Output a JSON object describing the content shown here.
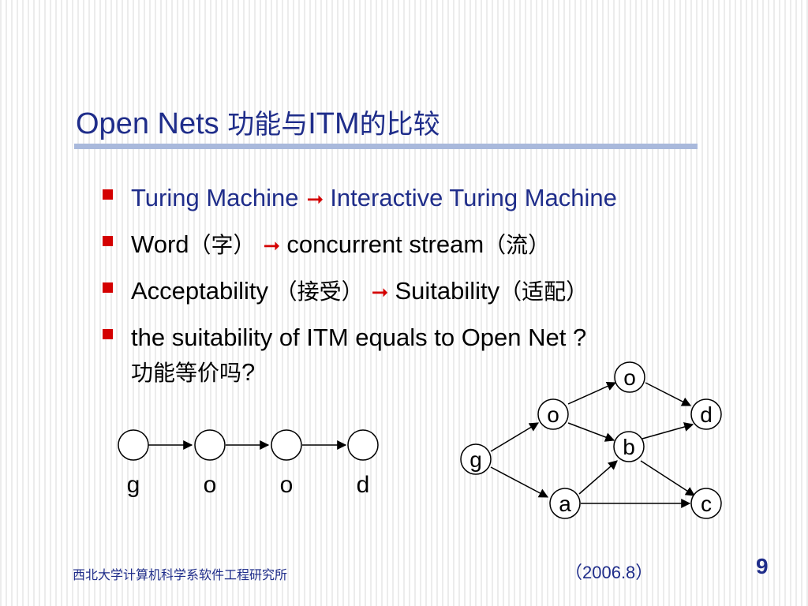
{
  "slide": {
    "title_latin": "Open Nets ",
    "title_cjk1": "功能与",
    "title_latin2": "ITM",
    "title_cjk2": "的比较"
  },
  "bullets": [
    {
      "a": "Turing Machine",
      "arrow": "➞",
      "b": "Interactive Turing Machine"
    },
    {
      "a": "Word",
      "a_cjk": "（字）",
      "arrow": "➞",
      "b": "concurrent stream",
      "b_cjk": "（流）"
    },
    {
      "a": "Acceptability ",
      "a_cjk": "（接受）",
      "arrow": "➞",
      "b": "Suitability",
      "b_cjk": "（适配）"
    },
    {
      "line1": "the suitability of ITM equals to Open Net ?",
      "line2_cjk": "功能等价吗",
      "line2_end": "?"
    }
  ],
  "chain": {
    "labels": [
      "g",
      "o",
      "o",
      "d"
    ]
  },
  "net": {
    "nodes": [
      {
        "id": "o1",
        "label": "o"
      },
      {
        "id": "o2",
        "label": "o"
      },
      {
        "id": "d",
        "label": "d"
      },
      {
        "id": "b",
        "label": "b"
      },
      {
        "id": "g",
        "label": "g"
      },
      {
        "id": "a",
        "label": "a"
      },
      {
        "id": "c",
        "label": "c"
      }
    ]
  },
  "footer": {
    "org": "西北大学计算机科学系软件工程研究所",
    "date": "（2006.8）",
    "page": "9"
  },
  "colors": {
    "title": "#1f2d8a",
    "bullet": "#d40000",
    "rule": "#a9b9dc"
  }
}
